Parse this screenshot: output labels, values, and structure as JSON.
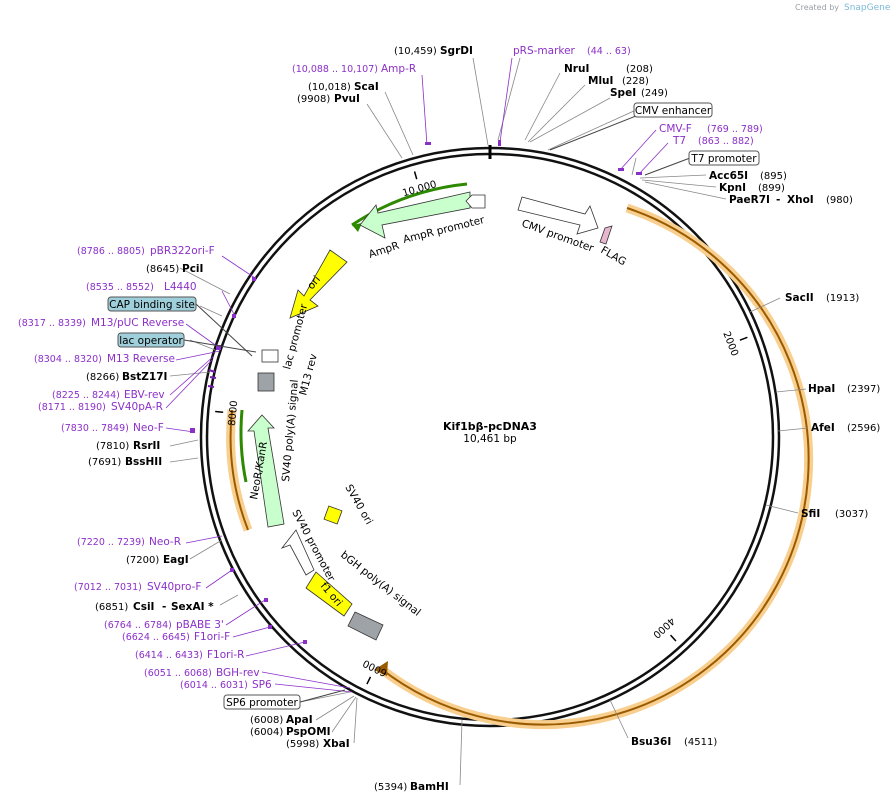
{
  "watermark": {
    "created_by": "Created by",
    "brand": "SnapGene"
  },
  "plasmid": {
    "name": "Kif1bβ-pcDNA3",
    "size": "10,461 bp"
  },
  "ticks": [
    {
      "text": "10,000",
      "bp": 10000
    },
    {
      "text": "2000",
      "bp": 2000
    },
    {
      "text": "4000",
      "bp": 4000
    },
    {
      "text": "6000",
      "bp": 6000
    },
    {
      "text": "8000",
      "bp": 8000
    }
  ],
  "enzymes": [
    {
      "pos": "(10,459)",
      "name": "SgrDI",
      "bp": 10459
    },
    {
      "pos": "(208)",
      "name": "NruI",
      "bp": 208
    },
    {
      "pos": "(228)",
      "name": "MluI",
      "bp": 228
    },
    {
      "pos": "(249)",
      "name": "SpeI",
      "bp": 249
    },
    {
      "pos": "(10,018)",
      "name": "ScaI",
      "bp": 10018
    },
    {
      "pos": "(9908)",
      "name": "PvuI",
      "bp": 9908
    },
    {
      "pos": "(895)",
      "name": "Acc65I",
      "bp": 895
    },
    {
      "pos": "(899)",
      "name": "KpnI",
      "bp": 899
    },
    {
      "pos": "(980)",
      "name": "PaeR7I",
      "name2": "XhoI",
      "bp": 980
    },
    {
      "pos": "(1913)",
      "name": "SacII",
      "bp": 1913
    },
    {
      "pos": "(2397)",
      "name": "HpaI",
      "bp": 2397
    },
    {
      "pos": "(2596)",
      "name": "AfeI",
      "bp": 2596
    },
    {
      "pos": "(3037)",
      "name": "SfiI",
      "bp": 3037
    },
    {
      "pos": "(4511)",
      "name": "Bsu36I",
      "bp": 4511
    },
    {
      "pos": "(5394)",
      "name": "BamHI",
      "bp": 5394
    },
    {
      "pos": "(5998)",
      "name": "XbaI",
      "bp": 5998
    },
    {
      "pos": "(6004)",
      "name": "PspOMI",
      "bp": 6004
    },
    {
      "pos": "(6008)",
      "name": "ApaI",
      "bp": 6008
    },
    {
      "pos": "(6851)",
      "name": "CsiI",
      "name2": "SexAI *",
      "bp": 6851
    },
    {
      "pos": "(7200)",
      "name": "EagI",
      "bp": 7200
    },
    {
      "pos": "(7691)",
      "name": "BssHII",
      "bp": 7691
    },
    {
      "pos": "(7810)",
      "name": "RsrII",
      "bp": 7810
    },
    {
      "pos": "(8266)",
      "name": "BstZ17I",
      "bp": 8266
    },
    {
      "pos": "(8645)",
      "name": "PciI",
      "bp": 8645
    }
  ],
  "primers": [
    {
      "name": "pRS-marker",
      "range": "(44 .. 63)"
    },
    {
      "name": "Amp-R",
      "range": "(10,088 .. 10,107)"
    },
    {
      "name": "CMV-F",
      "range": "(769 .. 789)"
    },
    {
      "name": "T7",
      "range": "(863 .. 882)"
    },
    {
      "name": "pBR322ori-F",
      "range": "(8786 .. 8805)"
    },
    {
      "name": "L4440",
      "range": "(8535 .. 8552)"
    },
    {
      "name": "M13/pUC Reverse",
      "range": "(8317 .. 8339)"
    },
    {
      "name": "M13 Reverse",
      "range": "(8304 .. 8320)"
    },
    {
      "name": "EBV-rev",
      "range": "(8225 .. 8244)"
    },
    {
      "name": "SV40pA-R",
      "range": "(8171 .. 8190)"
    },
    {
      "name": "Neo-F",
      "range": "(7830 .. 7849)"
    },
    {
      "name": "Neo-R",
      "range": "(7220 .. 7239)"
    },
    {
      "name": "SV40pro-F",
      "range": "(7012 .. 7031)"
    },
    {
      "name": "pBABE 3'",
      "range": "(6764 .. 6784)"
    },
    {
      "name": "F1ori-F",
      "range": "(6624 .. 6645)"
    },
    {
      "name": "F1ori-R",
      "range": "(6414 .. 6433)"
    },
    {
      "name": "BGH-rev",
      "range": "(6051 .. 6068)"
    },
    {
      "name": "SP6",
      "range": "(6014 .. 6031)"
    }
  ],
  "boxed_features": {
    "cmv_enhancer": "CMV enhancer",
    "t7_promoter": "T7 promoter",
    "cap_binding_site": "CAP binding site",
    "lac_operator": "lac operator",
    "sp6_promoter": "SP6 promoter"
  },
  "inner_features": {
    "ampr": "AmpR",
    "ampr_promoter": "AmpR promoter",
    "ori": "ori",
    "cmv_promoter": "CMV promoter",
    "flag": "FLAG",
    "lac_promoter": "lac promoter",
    "m13_rev": "M13 rev",
    "sv40_polya": "SV40 poly(A) signal",
    "neor_kanr": "NeoR/KanR",
    "sv40_ori": "SV40 ori",
    "sv40_promoter": "SV40 promoter",
    "f1_ori": "f1 ori",
    "bgh_polya": "bGH poly(A) signal"
  },
  "colors": {
    "primer": "#8b2fc9",
    "insert_orange": "#f5a623",
    "ori_yellow": "#ffff00",
    "marker_green": "#c9ffcc",
    "terminator_gray": "#9ea3a8",
    "box_teal": "#9fcfda"
  }
}
